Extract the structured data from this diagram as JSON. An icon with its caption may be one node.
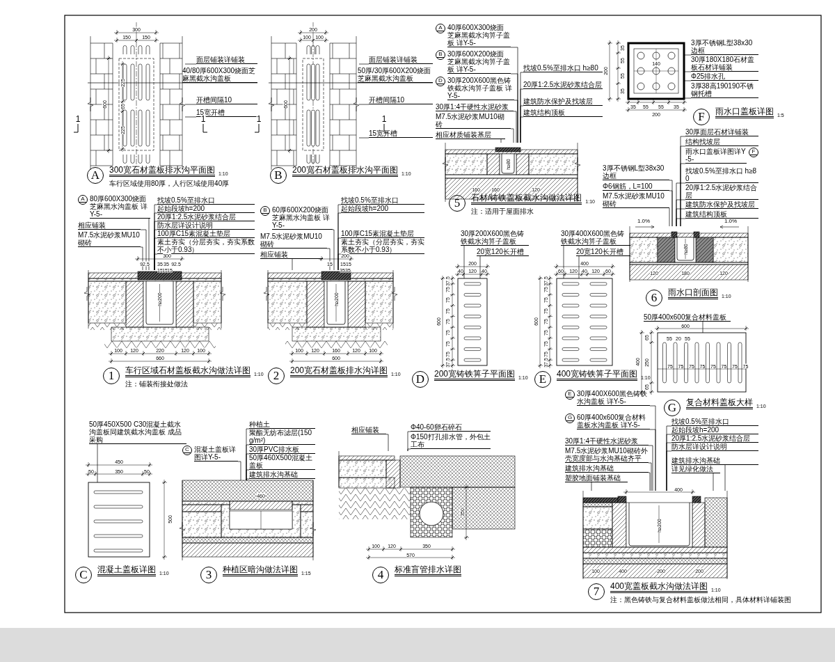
{
  "diagram": {
    "nodes": [
      {
        "text": [
          "面层铺装详铺装"
        ]
      },
      {
        "text": [
          "40/80厚600X300烧面芝麻黑截水沟盖板"
        ]
      },
      {
        "text": [
          "开槽间隔10"
        ]
      },
      {
        "text": [
          "15宽开槽"
        ]
      },
      {
        "text": [
          "A"
        ],
        "beside": [
          "300宽石材盖板排水沟平面图",
          "1:10",
          "车行区域使用80厚，人行区域使用40厚"
        ]
      },
      {
        "text": [
          "面层铺装详铺装"
        ]
      },
      {
        "text": [
          "50厚/30厚600X200烧面芝麻黑截水沟盖板"
        ]
      },
      {
        "text": [
          "开槽间隔10"
        ]
      },
      {
        "text": [
          "15宽开槽"
        ]
      },
      {
        "text": [
          "B"
        ],
        "beside": [
          "200宽石材盖板排水沟平面图",
          "1:10"
        ]
      },
      {
        "text": [
          "A",
          "40厚600X300烧面芝麻黑截水沟箅子盖板 详Y-5-"
        ]
      },
      {
        "text": [
          "B",
          "30厚600X200烧面芝麻黑截水沟箅子盖板 详Y-5-"
        ]
      },
      {
        "text": [
          "D",
          "30厚200X600黑色铸铁截水沟箅子盖板 详Y-5-"
        ]
      },
      {
        "text": [
          "30厚1:4干硬性水泥砂浆"
        ]
      },
      {
        "text": [
          "M7.5水泥砂浆MU10砌砖"
        ]
      },
      {
        "text": [
          "相应材质铺装基层"
        ]
      },
      {
        "text": [
          "找坡0.5%至排水口 h≥80"
        ]
      },
      {
        "text": [
          "20厚1:2.5水泥砂浆结合层"
        ]
      },
      {
        "text": [
          "建筑防水保护及找坡层"
        ]
      },
      {
        "text": [
          "建筑结构顶板"
        ]
      },
      {
        "text": [
          "5"
        ],
        "beside": [
          "石材/铸铁盖板截水沟做法详图",
          "1:10",
          "注：适用于屋面排水"
        ]
      },
      {
        "text": [
          "3厚不锈钢L型38x30边框"
        ]
      },
      {
        "text": [
          "30厚180X180石材盖板石材详铺装"
        ]
      },
      {
        "text": [
          "Φ25排水孔"
        ]
      },
      {
        "text": [
          "3厚38高190190不锈钢托槽"
        ]
      },
      {
        "text": [
          "F"
        ],
        "beside": [
          "雨水口盖板详图",
          "1:5"
        ]
      },
      {
        "text": [
          "30厚面层石材详铺装"
        ]
      },
      {
        "text": [
          "结构找坡层"
        ]
      },
      {
        "text": [
          "雨水口盖板详图详Y-5-",
          "F"
        ]
      },
      {
        "text": [
          "3厚不锈钢L型38x30边框"
        ]
      },
      {
        "text": [
          "Φ6钢筋，L=100"
        ]
      },
      {
        "text": [
          "M7.5水泥砂浆MU10砌砖"
        ]
      },
      {
        "text": [
          "找坡0.5%至排水口 h≥80"
        ]
      },
      {
        "text": [
          "20厚1:2.5水泥砂浆结合层"
        ]
      },
      {
        "text": [
          "建筑防水保护及找坡层"
        ]
      },
      {
        "text": [
          "建筑结构顶板"
        ]
      },
      {
        "text": [
          "6"
        ],
        "beside": [
          "雨水口剖面图",
          "1:10"
        ]
      },
      {
        "text": [
          "A",
          "80厚600X300烧面芝麻黑水沟盖板 详Y-5-"
        ]
      },
      {
        "text": [
          "相应铺装"
        ]
      },
      {
        "text": [
          "M7.5水泥砂浆MU10砌砖"
        ]
      },
      {
        "text": [
          "找坡0.5%至排水口"
        ]
      },
      {
        "text": [
          "起始段坡h=200"
        ]
      },
      {
        "text": [
          "20厚1:2.5水泥砂浆结合层"
        ]
      },
      {
        "text": [
          "防水层详设计说明"
        ]
      },
      {
        "text": [
          "100厚C15素混凝土垫层"
        ]
      },
      {
        "text": [
          "素土夯实（分层夯实，夯实系数不小于0.93）"
        ]
      },
      {
        "text": [
          "1"
        ],
        "beside": [
          "车行区域石材盖板截水沟做法详图",
          "1:10",
          "注：铺装衔接处做法"
        ]
      },
      {
        "text": [
          "B",
          "60厚600X200烧面芝麻黑水沟盖板 详Y-5-"
        ]
      },
      {
        "text": [
          "M7.5水泥砂浆MU10砌砖"
        ]
      },
      {
        "text": [
          "相应铺装"
        ]
      },
      {
        "text": [
          "找坡0.5%至排水口"
        ]
      },
      {
        "text": [
          "起始段坡h=200"
        ]
      },
      {
        "text": [
          "100厚C15素混凝土垫层"
        ]
      },
      {
        "text": [
          "素土夯实（分层夯实，夯实系数不小于0.93）"
        ]
      },
      {
        "text": [
          "2"
        ],
        "beside": [
          "200宽石材盖板排水沟详图",
          "1:10"
        ]
      },
      {
        "text": [
          "30厚200X600黑色铸铁截水沟箅子盖板"
        ]
      },
      {
        "text": [
          "20宽120长开槽"
        ]
      },
      {
        "text": [
          "D"
        ],
        "beside": [
          "200宽铸铁箅子平面图",
          "1:10"
        ]
      },
      {
        "text": [
          "30厚400X600黑色铸铁截水沟箅子盖板"
        ]
      },
      {
        "text": [
          "20宽120长开槽"
        ]
      },
      {
        "text": [
          "E"
        ],
        "beside": [
          "400宽铸铁箅子平面图",
          "1:10"
        ]
      },
      {
        "text": [
          "50厚400x600复合材料盖板"
        ]
      },
      {
        "text": [
          "G"
        ],
        "beside": [
          "复合材料盖板大样",
          "1:10"
        ]
      },
      {
        "text": [
          "50厚450X500 C30混凝土截水沟盖板同建筑截水沟盖板 成品采购"
        ]
      },
      {
        "text": [
          "C"
        ],
        "beside": [
          "混凝土盖板详图",
          "1:10"
        ]
      },
      {
        "text": [
          "C",
          "混凝土盖板详图详Y-5-"
        ]
      },
      {
        "text": [
          "种植土"
        ]
      },
      {
        "text": [
          "聚酯无纺布滤层(150g/m²)"
        ]
      },
      {
        "text": [
          "30厚PVC排水板"
        ]
      },
      {
        "text": [
          "50厚460X500混凝土盖板"
        ]
      },
      {
        "text": [
          "建筑排水沟基础"
        ]
      },
      {
        "text": [
          "3"
        ],
        "beside": [
          "种植区暗沟做法详图",
          "1:15"
        ]
      },
      {
        "text": [
          "相应铺装"
        ]
      },
      {
        "text": [
          "Φ40-60卵石碎石"
        ]
      },
      {
        "text": [
          "Φ150打孔排水管，外包土工布"
        ]
      },
      {
        "text": [
          "4"
        ],
        "beside": [
          "标准盲管排水详图"
        ]
      },
      {
        "text": [
          "E",
          "30厚400X600黑色铸铁水沟盖板 详Y-5-"
        ]
      },
      {
        "text": [
          "G",
          "60厚400x600复合材料盖板水沟盖板 详Y-5-"
        ]
      },
      {
        "text": [
          "30厚1:4干硬性水泥砂浆"
        ]
      },
      {
        "text": [
          "M7.5水泥砂浆MU10砌砖外壳宽度部与水沟基础齐平"
        ]
      },
      {
        "text": [
          "建筑排水沟基础"
        ]
      },
      {
        "text": [
          "塑胶地面铺装基础"
        ]
      },
      {
        "text": [
          "找坡0.5%至排水口"
        ]
      },
      {
        "text": [
          "起始段坡h=200"
        ]
      },
      {
        "text": [
          "20厚1:2.5水泥砂浆结合层"
        ]
      },
      {
        "text": [
          "防水层详设计说明"
        ]
      },
      {
        "text": [
          "建筑排水沟基础"
        ]
      },
      {
        "text": [
          "详见绿化做法"
        ]
      },
      {
        "text": [
          "7"
        ],
        "beside": [
          "400宽盖板截水沟做法详图",
          "1:10",
          "注：黑色铸铁与复合材料盖板做法相同，具体材料详铺装图"
        ]
      },
      {
        "text": [],
        "shape": "picture"
      },
      {
        "text": [],
        "shape": "picture"
      },
      {
        "text": [],
        "shape": "picture"
      },
      {
        "text": [],
        "shape": "picture"
      },
      {
        "text": [],
        "shape": "picture"
      },
      {
        "text": [],
        "shape": "picture"
      },
      {
        "text": [],
        "shape": "picture"
      },
      {
        "text": [],
        "shape": "picture"
      },
      {
        "text": [],
        "shape": "picture"
      },
      {
        "text": [],
        "shape": "picture"
      },
      {
        "text": [],
        "shape": "picture"
      },
      {
        "text": [],
        "shape": "picture"
      },
      {
        "text": [],
        "shape": "picture"
      },
      {
        "text": [],
        "shape": "picture"
      }
    ],
    "edges": [
      {
        "from": 0,
        "to": 89,
        "arrow": "none"
      },
      {
        "from": 1,
        "to": 89,
        "arrow": "none"
      },
      {
        "from": 2,
        "to": 89,
        "arrow": "none"
      },
      {
        "from": 3,
        "to": 89,
        "arrow": "none"
      },
      {
        "from": 5,
        "to": 90,
        "arrow": "none"
      },
      {
        "from": 6,
        "to": 90,
        "arrow": "none"
      },
      {
        "from": 7,
        "to": 90,
        "arrow": "none"
      },
      {
        "from": 8,
        "to": 90,
        "arrow": "none"
      },
      {
        "from": 10,
        "to": 91,
        "arrow": "none"
      },
      {
        "from": 11,
        "to": 91,
        "arrow": "none"
      },
      {
        "from": 12,
        "to": 91,
        "arrow": "none"
      },
      {
        "from": 13,
        "to": 91,
        "arrow": "none"
      },
      {
        "from": 14,
        "to": 91,
        "arrow": "none"
      },
      {
        "from": 15,
        "to": 91,
        "arrow": "none"
      },
      {
        "from": 16,
        "to": 91,
        "arrow": "none"
      },
      {
        "from": 17,
        "to": 91,
        "arrow": "none"
      },
      {
        "from": 18,
        "to": 91,
        "arrow": "none"
      },
      {
        "from": 19,
        "to": 91,
        "arrow": "none"
      },
      {
        "from": 21,
        "to": 92,
        "arrow": "none"
      },
      {
        "from": 22,
        "to": 92,
        "arrow": "none"
      },
      {
        "from": 23,
        "to": 92,
        "arrow": "none"
      },
      {
        "from": 24,
        "to": 92,
        "arrow": "none"
      },
      {
        "from": 26,
        "to": 93,
        "arrow": "none"
      },
      {
        "from": 27,
        "to": 93,
        "arrow": "none"
      },
      {
        "from": 28,
        "to": 93,
        "arrow": "none"
      },
      {
        "from": 29,
        "to": 93,
        "arrow": "none"
      },
      {
        "from": 30,
        "to": 93,
        "arrow": "none"
      },
      {
        "from": 31,
        "to": 93,
        "arrow": "none"
      },
      {
        "from": 32,
        "to": 93,
        "arrow": "none"
      },
      {
        "from": 33,
        "to": 93,
        "arrow": "none"
      },
      {
        "from": 34,
        "to": 93,
        "arrow": "none"
      },
      {
        "from": 35,
        "to": 93,
        "arrow": "none"
      },
      {
        "from": 37,
        "to": 94,
        "arrow": "none"
      },
      {
        "from": 38,
        "to": 94,
        "arrow": "none"
      },
      {
        "from": 39,
        "to": 94,
        "arrow": "none"
      },
      {
        "from": 40,
        "to": 94,
        "arrow": "none"
      },
      {
        "from": 41,
        "to": 94,
        "arrow": "none"
      },
      {
        "from": 42,
        "to": 94,
        "arrow": "none"
      },
      {
        "from": 43,
        "to": 94,
        "arrow": "none"
      },
      {
        "from": 44,
        "to": 94,
        "arrow": "none"
      },
      {
        "from": 45,
        "to": 94,
        "arrow": "none"
      },
      {
        "from": 47,
        "to": 95,
        "arrow": "none"
      },
      {
        "from": 48,
        "to": 95,
        "arrow": "none"
      },
      {
        "from": 49,
        "to": 95,
        "arrow": "none"
      },
      {
        "from": 50,
        "to": 95,
        "arrow": "none"
      },
      {
        "from": 51,
        "to": 95,
        "arrow": "none"
      },
      {
        "from": 52,
        "to": 95,
        "arrow": "none"
      },
      {
        "from": 53,
        "to": 95,
        "arrow": "none"
      },
      {
        "from": 55,
        "to": 96,
        "arrow": "none"
      },
      {
        "from": 56,
        "to": 96,
        "arrow": "none"
      },
      {
        "from": 58,
        "to": 97,
        "arrow": "none"
      },
      {
        "from": 59,
        "to": 97,
        "arrow": "none"
      },
      {
        "from": 61,
        "to": 98,
        "arrow": "none"
      },
      {
        "from": 63,
        "to": 99,
        "arrow": "none"
      },
      {
        "from": 65,
        "to": 100,
        "arrow": "none"
      },
      {
        "from": 66,
        "to": 100,
        "arrow": "none"
      },
      {
        "from": 67,
        "to": 100,
        "arrow": "none"
      },
      {
        "from": 68,
        "to": 100,
        "arrow": "none"
      },
      {
        "from": 69,
        "to": 100,
        "arrow": "none"
      },
      {
        "from": 70,
        "to": 100,
        "arrow": "none"
      },
      {
        "from": 72,
        "to": 101,
        "arrow": "none"
      },
      {
        "from": 73,
        "to": 101,
        "arrow": "none"
      },
      {
        "from": 74,
        "to": 101,
        "arrow": "none"
      },
      {
        "from": 76,
        "to": 102,
        "arrow": "none"
      },
      {
        "from": 77,
        "to": 102,
        "arrow": "none"
      },
      {
        "from": 78,
        "to": 102,
        "arrow": "none"
      },
      {
        "from": 79,
        "to": 102,
        "arrow": "none"
      },
      {
        "from": 80,
        "to": 102,
        "arrow": "none"
      },
      {
        "from": 81,
        "to": 102,
        "arrow": "none"
      },
      {
        "from": 82,
        "to": 102,
        "arrow": "none"
      },
      {
        "from": 83,
        "to": 102,
        "arrow": "none"
      },
      {
        "from": 84,
        "to": 102,
        "arrow": "none"
      },
      {
        "from": 85,
        "to": 102,
        "arrow": "none"
      },
      {
        "from": 86,
        "to": 102,
        "arrow": "none"
      },
      {
        "from": 87,
        "to": 102,
        "arrow": "none"
      }
    ],
    "labels": [
      "300",
      "150",
      "150",
      "600",
      "225",
      "65",
      "225",
      "1",
      "1",
      "200",
      "100",
      "100",
      "600",
      "1",
      "1",
      "160",
      "160",
      "120",
      "h≥80",
      "35",
      "55",
      "55",
      "35",
      "200",
      "200",
      "140",
      "35",
      "55",
      "55",
      "35",
      "1.0%",
      "1.0%",
      "h≥80",
      "120",
      "180",
      "120",
      "300",
      "92.5",
      "35",
      "35",
      "92.5",
      "15",
      "15",
      "15",
      "h≥200",
      "100",
      "120",
      "220",
      "120",
      "100",
      "660",
      "200",
      "15",
      "15",
      "15",
      "35",
      "35",
      "h≥200",
      "100",
      "120",
      "160",
      "120",
      "100",
      "600",
      "200",
      "40",
      "120",
      "40",
      "600",
      "37.5",
      "75",
      "75",
      "75",
      "75",
      "75",
      "75",
      "75",
      "37.5",
      "400",
      "60",
      "120",
      "40",
      "120",
      "60",
      "600",
      "37.5",
      "75",
      "75",
      "75",
      "75",
      "75",
      "75",
      "75",
      "37.5",
      "600",
      "400",
      "65",
      "250",
      "65",
      "55",
      "20",
      "55",
      "75",
      "75",
      "75",
      "75",
      "75",
      "75",
      "75",
      "75",
      "450",
      "50",
      "350",
      "50",
      "500",
      "460",
      "100",
      "120",
      "350",
      "570",
      "350",
      "400",
      "h≥200",
      "100",
      "400",
      "200",
      "200"
    ]
  }
}
